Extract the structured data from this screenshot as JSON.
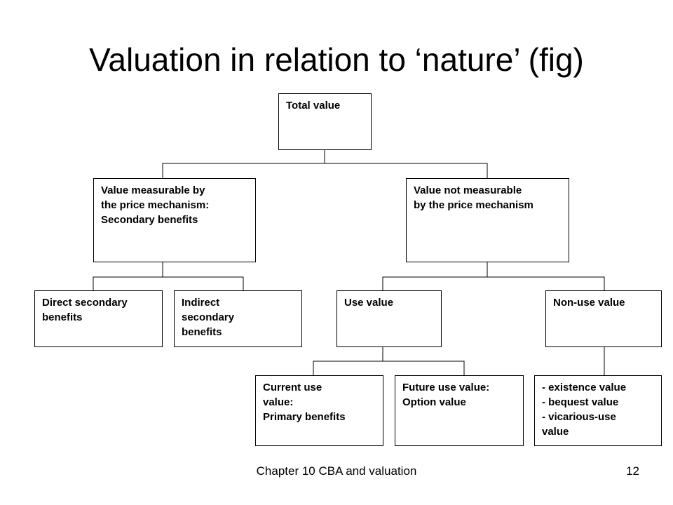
{
  "slide": {
    "title": "Valuation in relation to ‘nature’ (fig)",
    "footer": "Chapter 10 CBA and valuation",
    "page_number": "12"
  },
  "nodes": {
    "total": "Total value",
    "measurable": "Value measurable by\nthe price mechanism:\nSecondary benefits",
    "not_measurable": "Value not measurable\nby the price mechanism",
    "direct": "Direct secondary\nbenefits",
    "indirect": "Indirect\nsecondary\nbenefits",
    "use": "Use value",
    "non_use": "Non-use value",
    "current_use": "Current use\nvalue:\nPrimary benefits",
    "future_use": "Future use value:\nOption value",
    "non_use_list": "- existence value\n- bequest value\n- vicarious-use\nvalue"
  }
}
